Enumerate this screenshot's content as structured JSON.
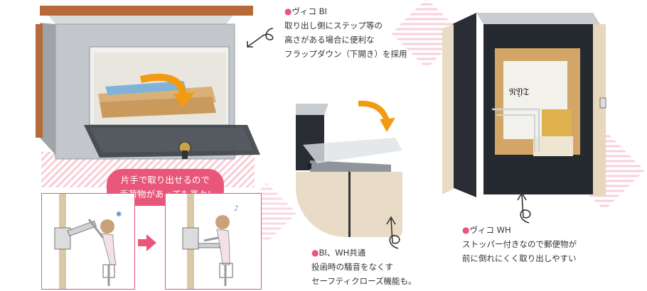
{
  "callouts": {
    "bi": {
      "bullet": "●",
      "title": "ヴィコ BI",
      "lines": [
        "取り出し側にステップ等の",
        "高さがある場合に便利な",
        "フラップダウン（下開き）を採用"
      ]
    },
    "common": {
      "bullet": "●",
      "title": "BI、WH共通",
      "lines": [
        "投函時の騒音をなくす",
        "セーフティクローズ機能も。"
      ]
    },
    "wh": {
      "bullet": "●",
      "title": "ヴィコ WH",
      "lines": [
        "ストッパー付きなので郵便物が",
        "前に倒れにくく取り出しやすい"
      ]
    }
  },
  "bubble": {
    "lines": [
      "片手で取り出せるので",
      "手荷物があっても楽々!"
    ]
  },
  "colors": {
    "accent_pink": "#e8577a",
    "stripe_pink": "#f7c8d4",
    "steel": "#b8bcc0",
    "wood": "#e9dcc6",
    "dark": "#1f2328"
  }
}
